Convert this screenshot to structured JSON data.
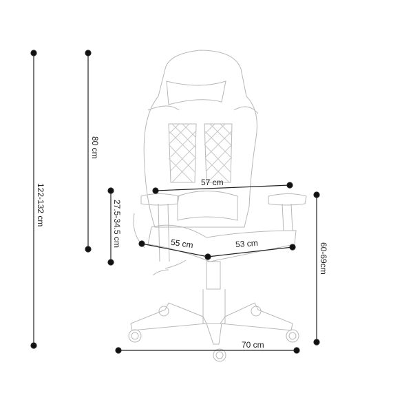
{
  "diagram": {
    "subject": "Gaming chair dimensions",
    "dimensions": {
      "total_height": "122-132 cm",
      "backrest_height": "80 cm",
      "armrest_height": "27.5-34.5 cm",
      "armrest_width": "57 cm",
      "seat_depth": "55 cm",
      "seat_width": "53 cm",
      "seat_height": "60-69cm",
      "base_width": "70 cm"
    },
    "colors": {
      "dimension_line": "#222222",
      "chair_outline": "#b8b8b8"
    }
  }
}
